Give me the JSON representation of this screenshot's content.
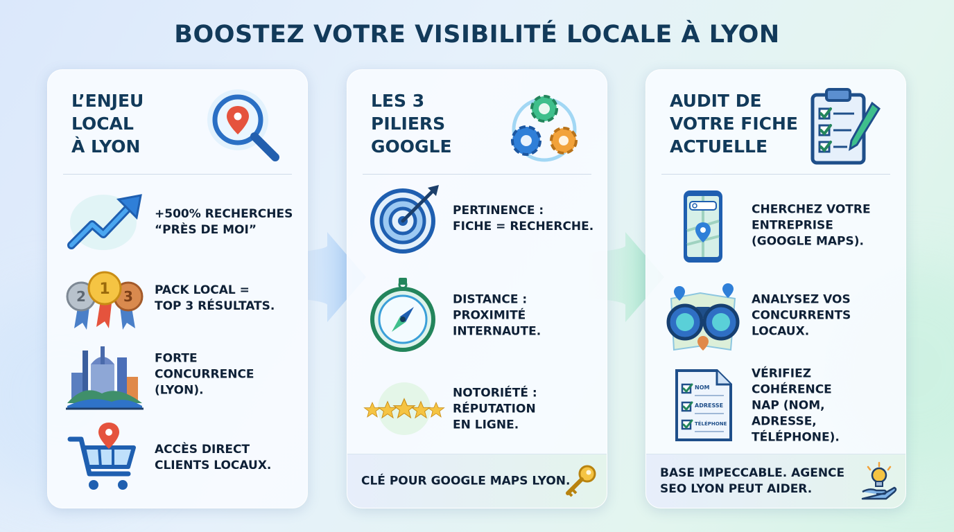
{
  "title": "BOOSTEZ VOTRE VISIBILITÉ LOCALE À LYON",
  "colors": {
    "accent": "#123a5a",
    "blue": "#2f7fd8",
    "green": "#3fbf8c",
    "orange": "#f2a23a",
    "red": "#e5533d"
  },
  "cards": [
    {
      "heading": "L’ENJEU\nLOCAL\nÀ LYON",
      "icon": "magnifier-pin-icon",
      "items": [
        {
          "icon": "trend-arrow-icon",
          "text": "+500% RECHERCHES\n“PRÈS DE MOI”"
        },
        {
          "icon": "medals-icon",
          "text": "PACK LOCAL =\nTOP 3 RÉSULTATS.",
          "medals": [
            "2",
            "1",
            "3"
          ]
        },
        {
          "icon": "lyon-city-icon",
          "text": "FORTE\nCONCURRENCE\n(LYON)."
        },
        {
          "icon": "shopping-cart-pin-icon",
          "text": "ACCÈS DIRECT\nCLIENTS LOCAUX."
        }
      ]
    },
    {
      "heading": "LES 3\nPILIERS\nGOOGLE",
      "icon": "gears-icon",
      "items": [
        {
          "icon": "target-icon",
          "text": "PERTINENCE :\nFICHE = RECHERCHE."
        },
        {
          "icon": "compass-icon",
          "text": "DISTANCE :\nPROXIMITÉ\nINTERNAUTE."
        },
        {
          "icon": "stars-icon",
          "text": "NOTORIÉTÉ :\nRÉPUTATION\nEN LIGNE."
        }
      ],
      "footer": {
        "text": "CLÉ POUR GOOGLE MAPS LYON.",
        "icon": "key-icon"
      }
    },
    {
      "heading": "AUDIT DE\nVOTRE FICHE\nACTUELLE",
      "icon": "clipboard-checklist-icon",
      "items": [
        {
          "icon": "phone-map-icon",
          "text": "CHERCHEZ VOTRE\nENTREPRISE\n(GOOGLE MAPS)."
        },
        {
          "icon": "binoculars-icon",
          "text": "ANALYSEZ VOS\nCONCURRENTS\nLOCAUX."
        },
        {
          "icon": "nap-document-icon",
          "text": "VÉRIFIEZ COHÉRENCE\nNAP (NOM, ADRESSE,\nTÉLÉPHONE).",
          "doc_labels": [
            "NOM",
            "ADRESSE",
            "TÉLÉPHONE"
          ]
        }
      ],
      "footer": {
        "text": "BASE IMPECCABLE. AGENCE\nSEO LYON PEUT AIDER.",
        "icon": "lightbulb-hand-icon"
      }
    }
  ]
}
